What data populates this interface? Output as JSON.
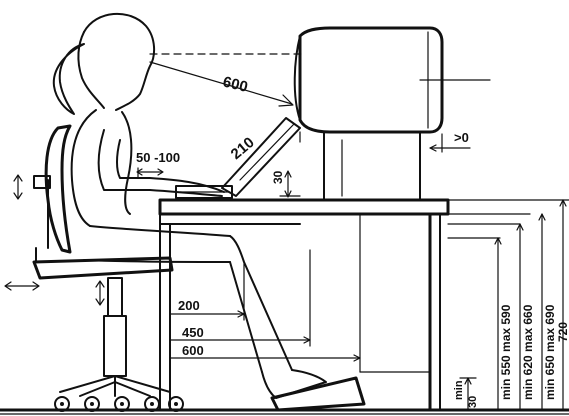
{
  "colors": {
    "ink": "#111111",
    "paper": "#ffffff"
  },
  "labels": {
    "eye_to_screen": "600",
    "screen_tilt": "210",
    "wrist_range": "50 -100",
    "keyboard_height": "30",
    "screen_gap": ">0",
    "knee_200": "200",
    "knee_450": "450",
    "foot_600": "600",
    "footrest_min": "min",
    "footrest_value": "30",
    "range_1": "min 550 max 590",
    "range_2": "min 620 max 660",
    "range_3": "min 650 max 690",
    "range_4": "720"
  }
}
